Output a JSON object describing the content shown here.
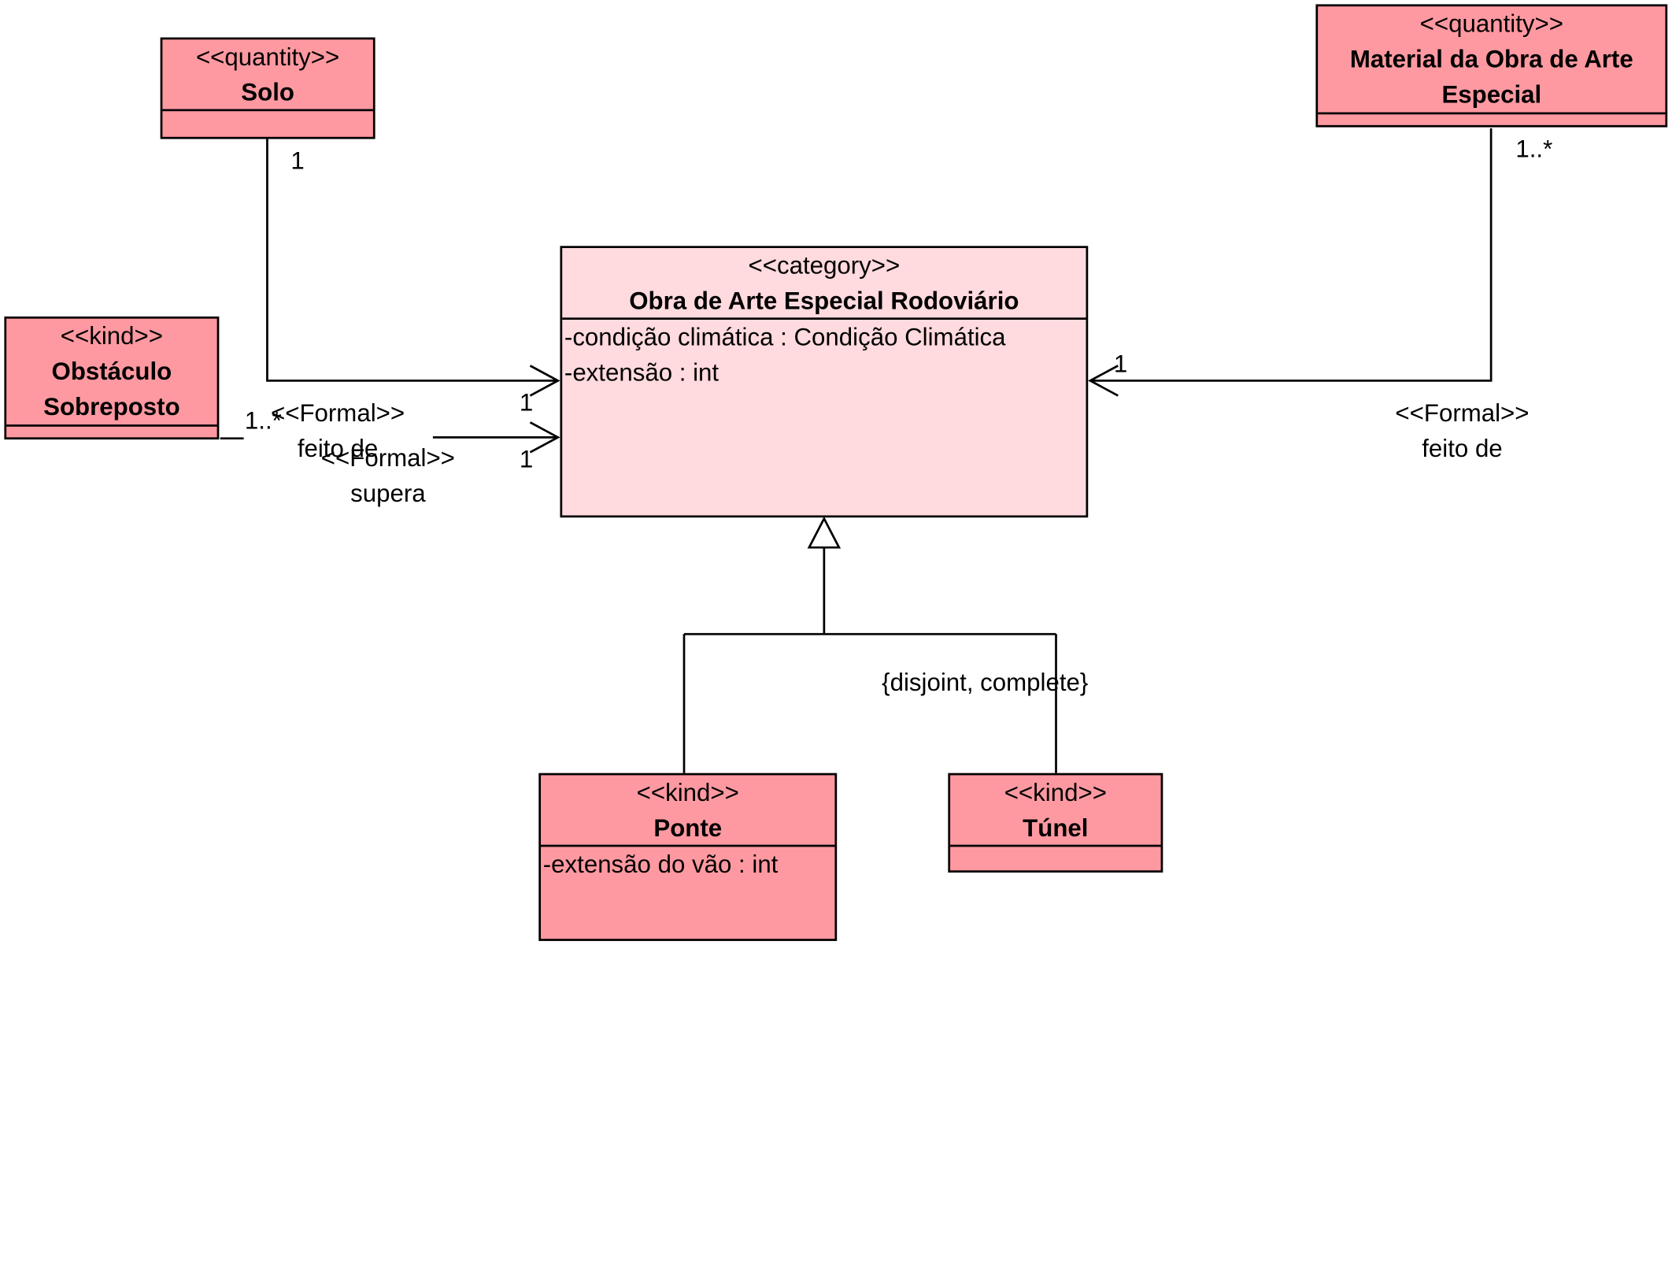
{
  "classes": {
    "solo": {
      "stereotype": "<<quantity>>",
      "name": "Solo"
    },
    "material": {
      "stereotype": "<<quantity>>",
      "name": "Material da Obra de Arte Especial"
    },
    "obra": {
      "stereotype": "<<category>>",
      "name": "Obra de Arte Especial Rodoviário",
      "attributes": [
        "-condição climática : Condição Climática",
        "-extensão : int"
      ]
    },
    "obstaculo": {
      "stereotype": "<<kind>>",
      "name": "Obstáculo Sobreposto"
    },
    "ponte": {
      "stereotype": "<<kind>>",
      "name": "Ponte",
      "attributes": [
        "-extensão do vão : int"
      ]
    },
    "tunel": {
      "stereotype": "<<kind>>",
      "name": "Túnel"
    }
  },
  "associations": {
    "solo_obra": {
      "stereotype": "<<Formal>>",
      "name": "feito de",
      "source_mult": "1",
      "target_mult": "1"
    },
    "obstaculo_obra": {
      "stereotype": "<<Formal>>",
      "name": "supera",
      "source_mult": "1..*",
      "target_mult": "1"
    },
    "material_obra": {
      "stereotype": "<<Formal>>",
      "name": "feito de",
      "source_mult": "1..*",
      "target_mult": "1"
    }
  },
  "generalization_set": {
    "constraint": "{disjoint, complete}"
  },
  "colors": {
    "class_fill": "#ff99a1",
    "category_fill": "#ffdade",
    "line": "#000000"
  }
}
